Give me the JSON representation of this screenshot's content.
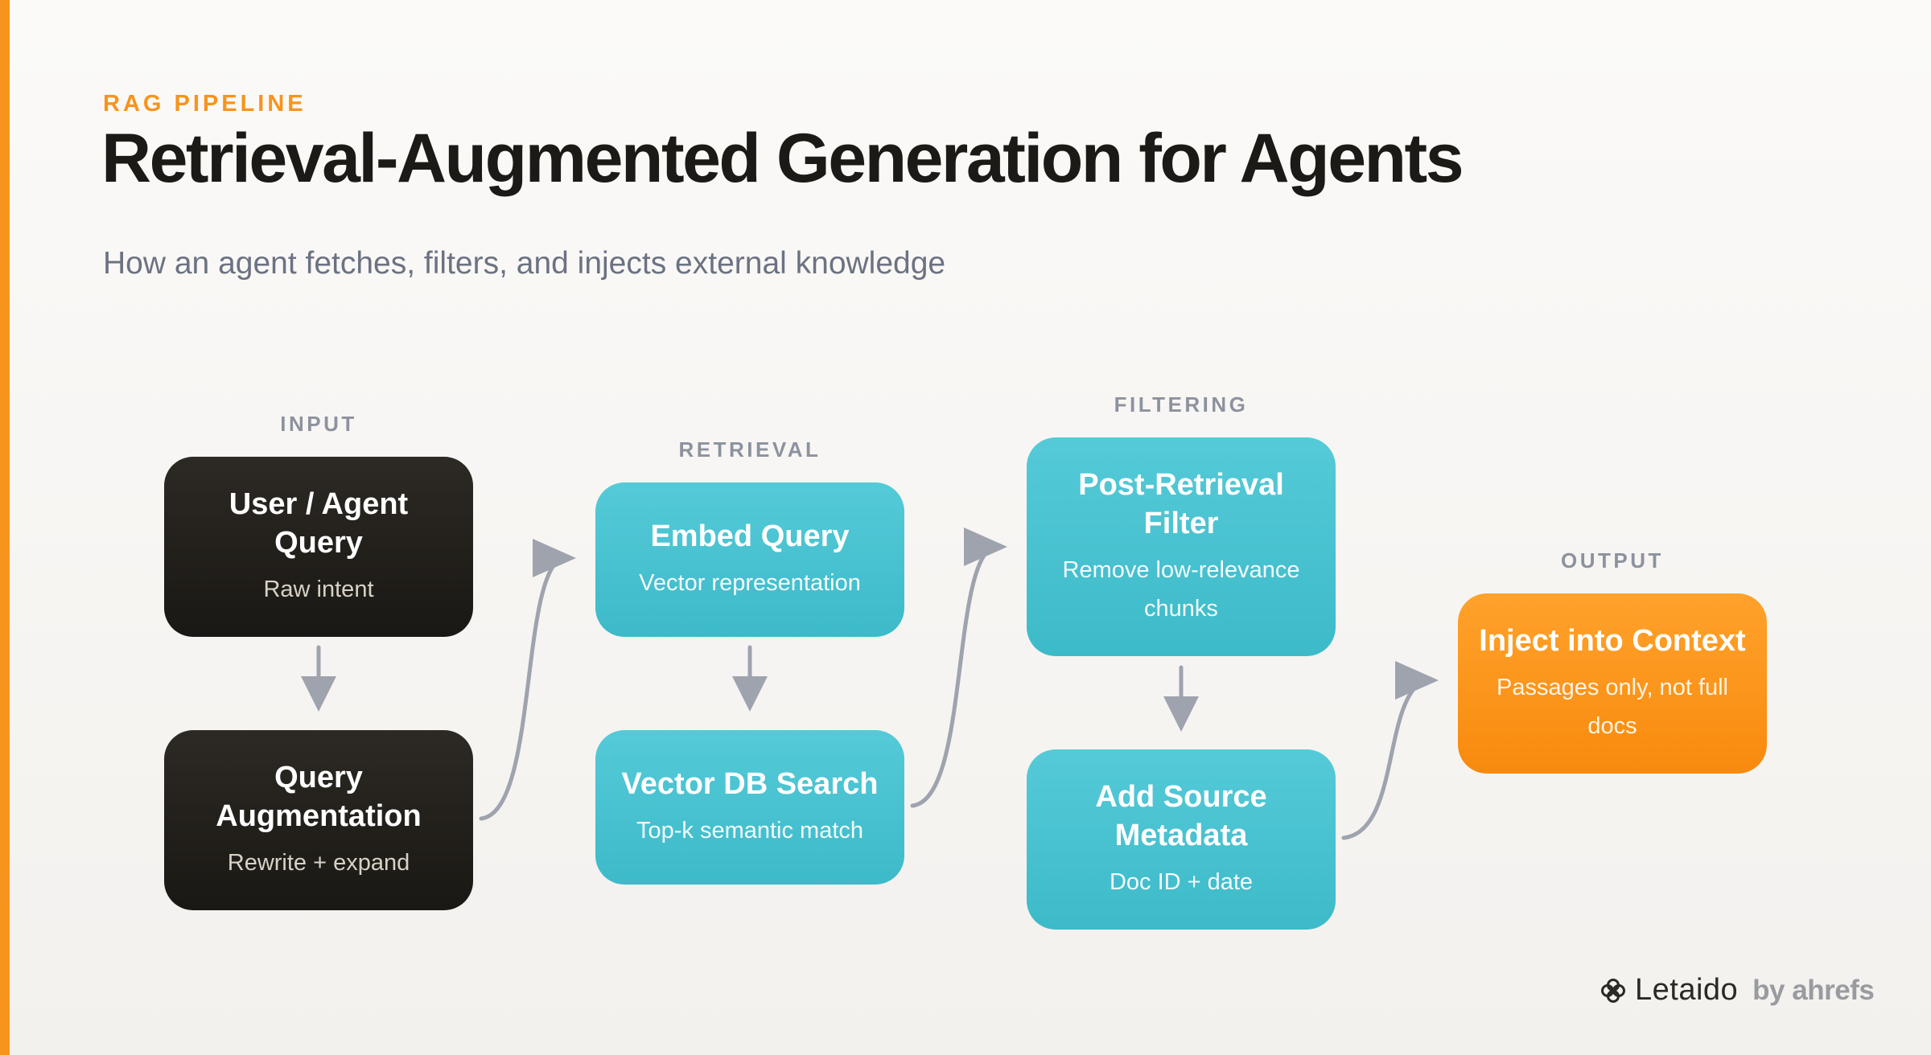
{
  "header": {
    "eyebrow": "RAG PIPELINE",
    "title": "Retrieval-Augmented Generation for Agents",
    "subtitle": "How an agent fetches, filters, and injects external knowledge"
  },
  "columns": {
    "input": "INPUT",
    "retrieval": "RETRIEVAL",
    "filtering": "FILTERING",
    "output": "OUTPUT"
  },
  "nodes": {
    "user_query": {
      "title": "User / Agent Query",
      "sub": "Raw intent"
    },
    "query_augmentation": {
      "title": "Query Augmentation",
      "sub": "Rewrite + expand"
    },
    "embed_query": {
      "title": "Embed Query",
      "sub": "Vector representation"
    },
    "vector_db_search": {
      "title": "Vector DB Search",
      "sub": "Top-k semantic match"
    },
    "post_retrieval_filter": {
      "title": "Post-Retrieval Filter",
      "sub": "Remove low-relevance chunks"
    },
    "add_source_metadata": {
      "title": "Add Source Metadata",
      "sub": "Doc ID + date"
    },
    "inject_into_context": {
      "title": "Inject into Context",
      "sub": "Passages only, not full docs"
    }
  },
  "colors": {
    "accent": "#f7941d",
    "input_node": "#23201b",
    "retrieval_node": "#4cc3d1",
    "output_node": "#fb9315",
    "connector": "#9ea3ae"
  },
  "footer": {
    "brand_name": "Letaido",
    "brand_by": "by ahrefs",
    "brand_icon": "clover-icon"
  }
}
